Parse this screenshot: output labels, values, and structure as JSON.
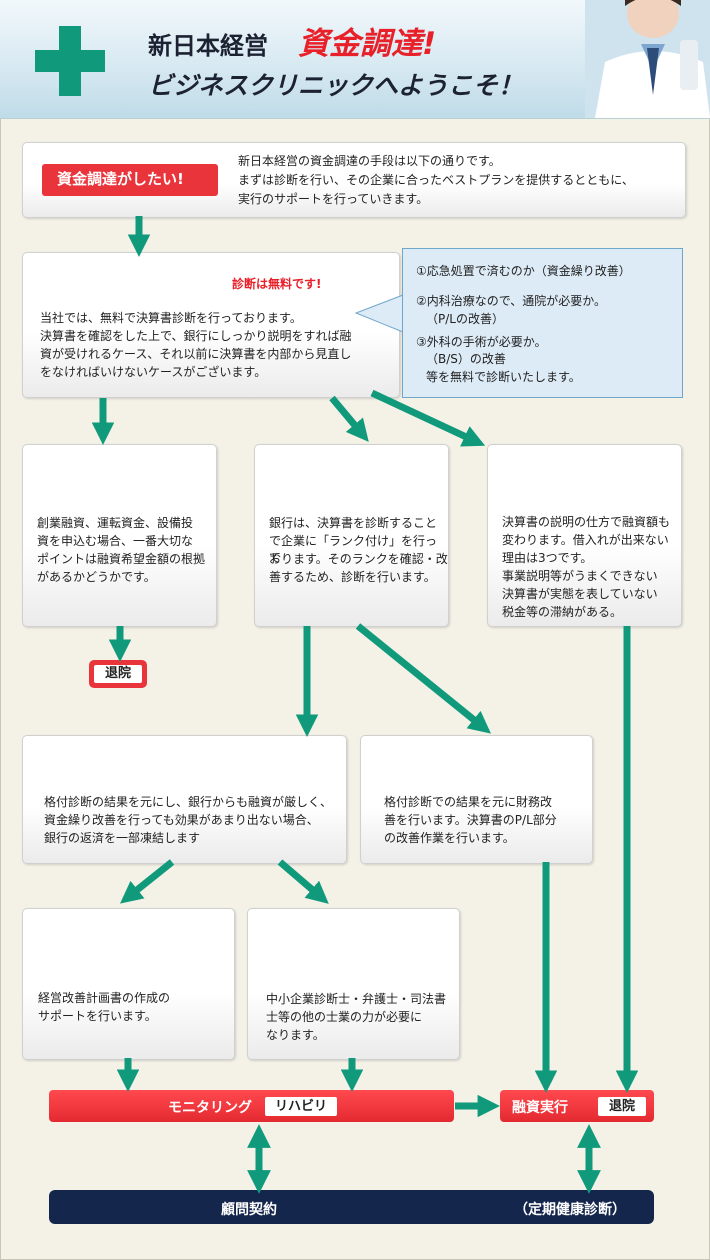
{
  "header": {
    "line1": "新日本経営",
    "line1_big": "資金調達!",
    "line2": "ビジネスクリニックへようこそ！"
  },
  "intro": {
    "label": "資金調達がしたい!",
    "lines": [
      "新日本経営の資金調達の手段は以下の通りです。",
      "まずは診断を行い、その企業に合ったベストプランを提供するとともに、",
      "実行のサポートを行っていきます。"
    ]
  },
  "diagnosis": {
    "free": "診断は無料です!",
    "lines": [
      "当社では、無料で決算書診断を行っております。",
      "決算書を確認をした上で、銀行にしっかり説明をすれば融",
      "資が受けれるケース、それ以前に決算書を内部から見直し",
      "をなければいけないケースがございます。"
    ]
  },
  "bubble": {
    "lines": [
      "①応急処置で済むのか（資金繰り改善）",
      "②内科治療なので、通院が必要か。",
      "（P/Lの改善）",
      "③外科の手術が必要か。",
      "（B/S）の改善",
      "等を無料で診断いたします。"
    ]
  },
  "col1": {
    "lines": [
      "創業融資、運転資金、設備投",
      "資を申込む場合、一番大切な",
      "ポイントは融資希望金額の根拠",
      "があるかどうかです。"
    ]
  },
  "col2": {
    "lines": [
      "銀行は、決算書を診断すること",
      "で企業に「ランク付け」を行って",
      "おります。そのランクを確認・改",
      "善するため、診断を行います。"
    ]
  },
  "col3": {
    "lines": [
      "決算書の説明の仕方で融資額も",
      "変わります。借入れが出来ない",
      "理由は3つです。",
      "事業説明等がうまくできない",
      "決算書が実態を表していない",
      "税金等の滞納がある。"
    ]
  },
  "taiin": "退院",
  "rating_left": {
    "lines": [
      "格付診断の結果を元にし、銀行からも融資が厳しく、",
      "資金繰り改善を行っても効果があまり出ない場合、",
      "銀行の返済を一部凍結します"
    ]
  },
  "rating_right": {
    "lines": [
      "格付診断での結果を元に財務改",
      "善を行います。決算書のP/L部分",
      "の改善作業を行います。"
    ]
  },
  "plan": {
    "lines": [
      "経営改善計画書の作成の",
      "サポートを行います。"
    ]
  },
  "experts": {
    "lines": [
      "中小企業診断士・弁護士・司法書",
      "士等の他の士業の力が必要に",
      "なります。"
    ]
  },
  "monitoring": {
    "label": "モニタリング",
    "pill": "リハビリ"
  },
  "loan": {
    "label": "融資実行",
    "pill": "退院"
  },
  "advisory": {
    "label": "顧問契約",
    "right": "（定期健康診断）"
  },
  "colors": {
    "teal": "#109a7b",
    "red": "#e8343a",
    "navy": "#15264d",
    "bubble": "#dcebf6"
  }
}
